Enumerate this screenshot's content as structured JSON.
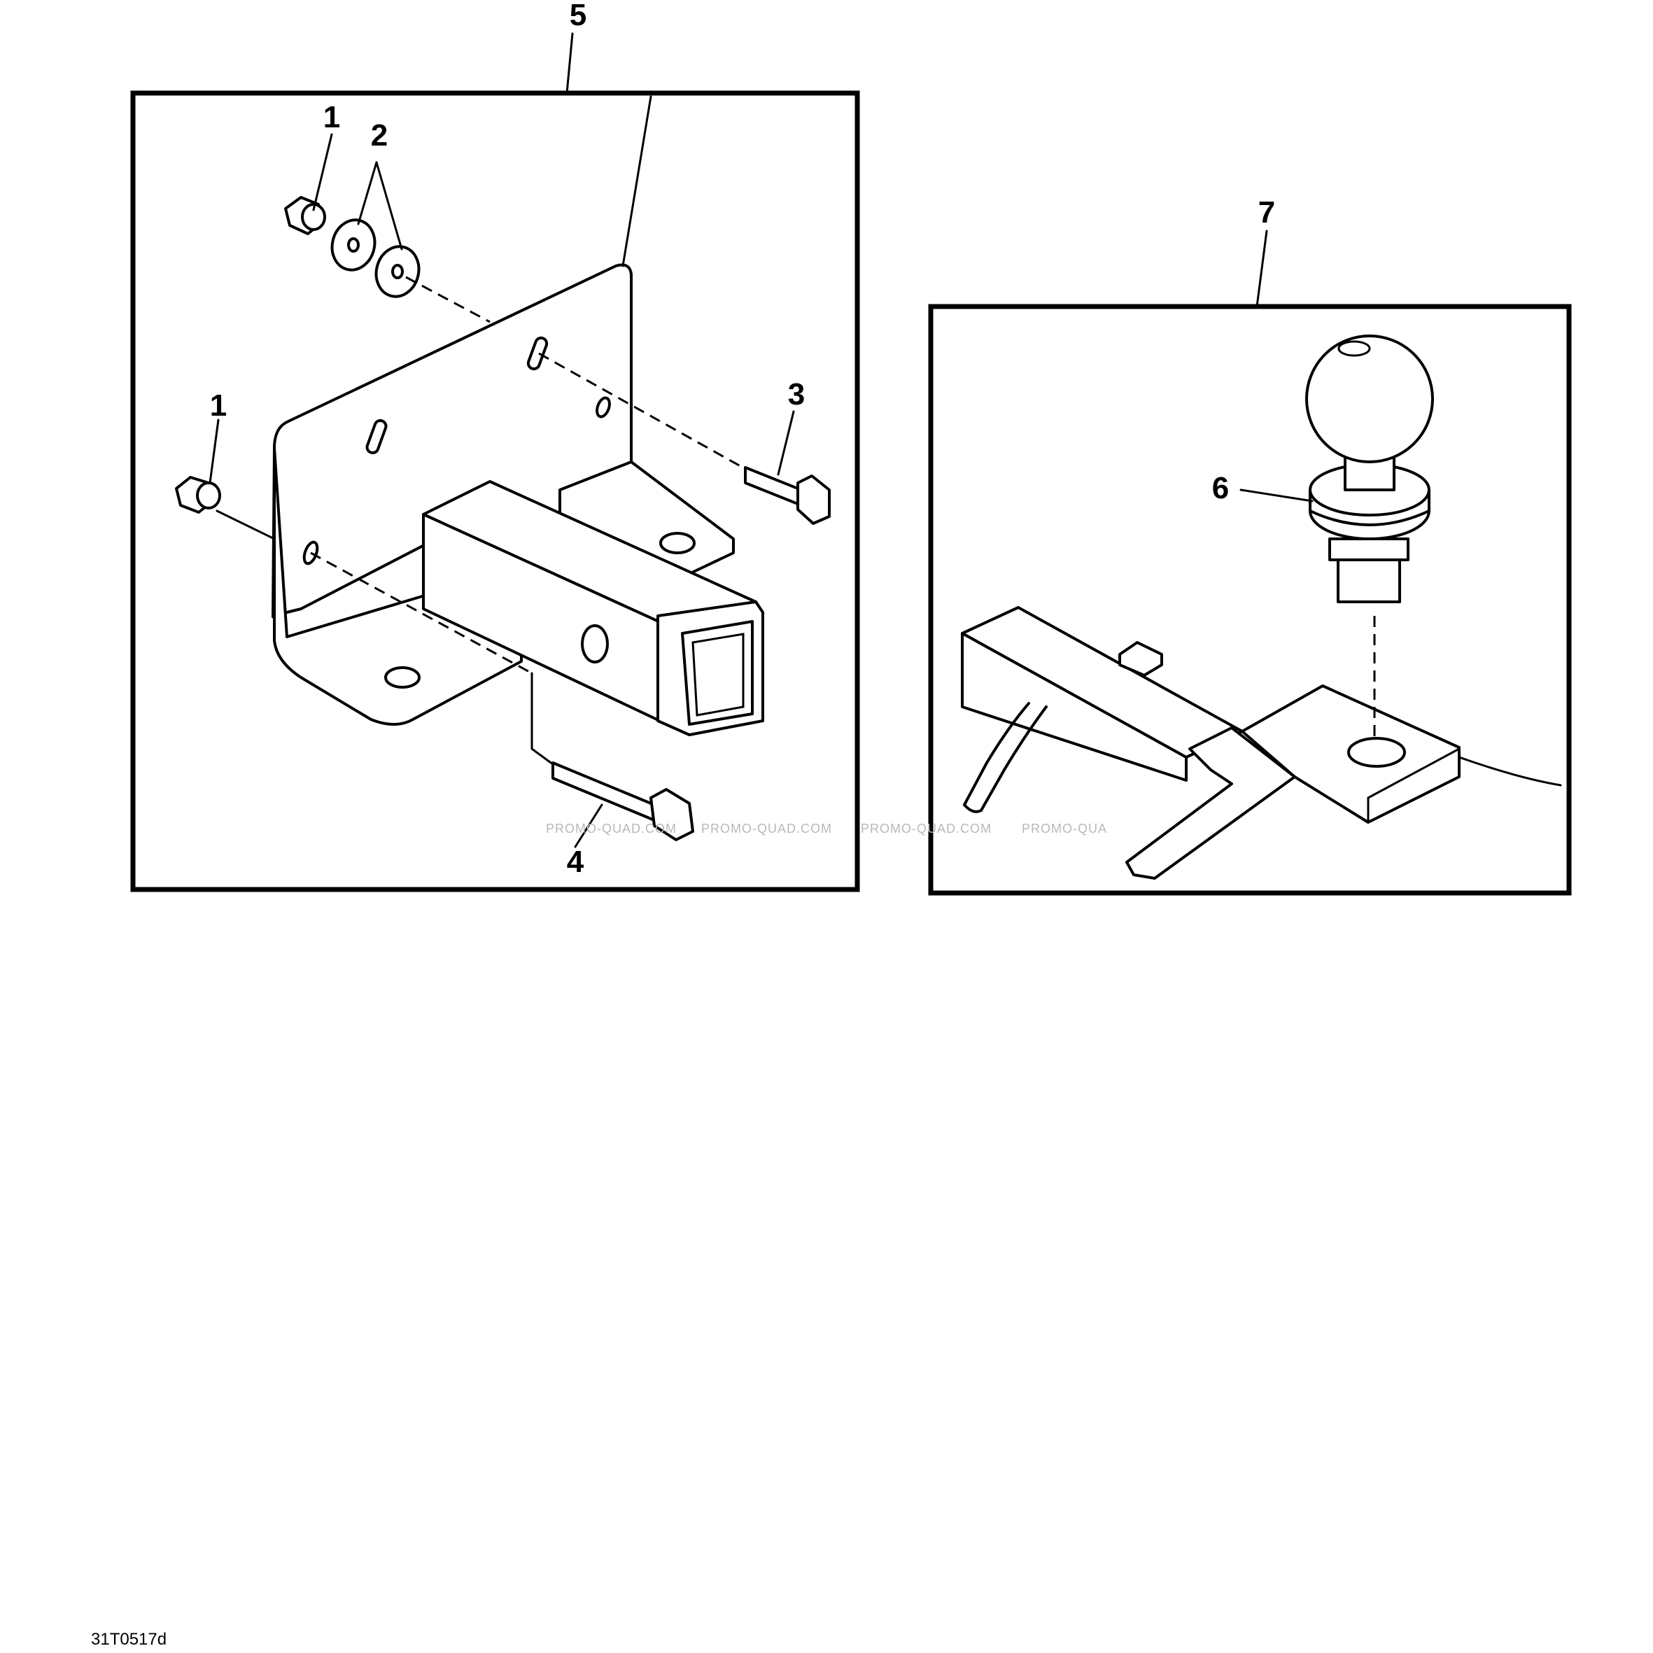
{
  "callouts": {
    "c1a": "1",
    "c2": "2",
    "c1b": "1",
    "c3": "3",
    "c4": "4",
    "c5": "5",
    "c6": "6",
    "c7": "7"
  },
  "watermarks": [
    "PROMO-QUAD.COM",
    "PROMO-QUAD.COM",
    "PROMO-QUAD.COM",
    "PROMO-QUA"
  ],
  "figure_id": "31T0517d"
}
